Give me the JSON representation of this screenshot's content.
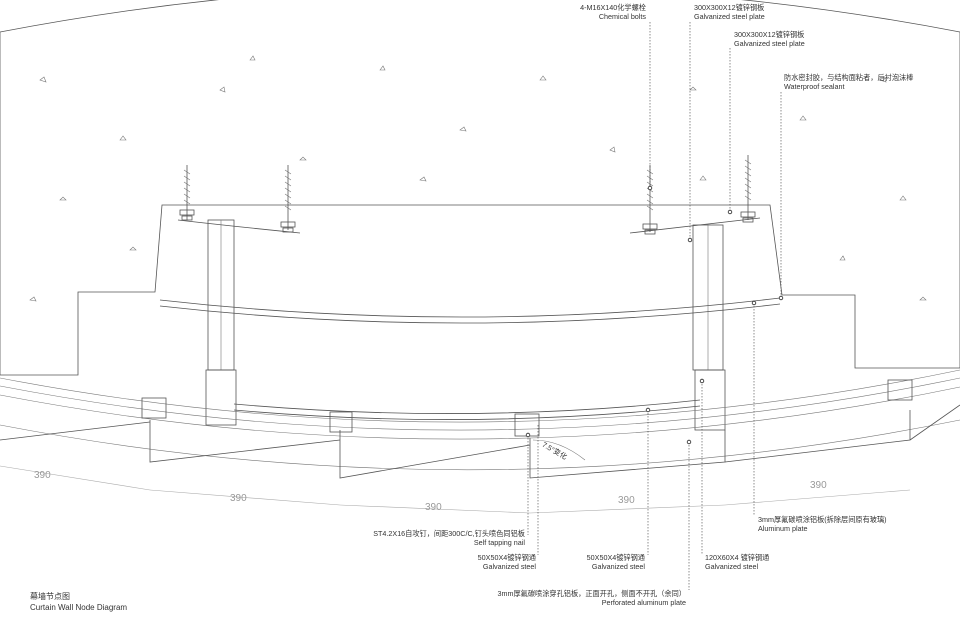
{
  "diagram": {
    "title_cn": "幕墙节点图",
    "title_en": "Curtain Wall Node Diagram",
    "labels": {
      "chemical_bolts_cn": "4-M16X140化学螺栓",
      "chemical_bolts_en": "Chemical bolts",
      "plate1_cn": "300X300X12镀锌钢板",
      "plate1_en": "Galvanized steel plate",
      "plate2_cn": "300X300X12镀锌钢板",
      "plate2_en": "Galvanized steel plate",
      "sealant_cn": "防水密封胶，与结构面粘者，后衬泡沫棒",
      "sealant_en": "Waterproof sealant",
      "alu_plate_cn": "3mm厚氟碳喷涂铝板(拆除层间原有玻璃)",
      "alu_plate_en": "Aluminum plate",
      "nail_cn": "ST4.2X16自攻钉，间距300C/C,钉头喷色同铝板",
      "nail_en": "Self tapping nail",
      "steel1_cn": "50X50X4镀锌钢通",
      "steel1_en": "Galvanized steel",
      "steel2_cn": "50X50X4镀锌钢通",
      "steel2_en": "Galvanized steel",
      "steel3_cn": "120X60X4 镀锌钢通",
      "steel3_en": "Galvanized steel",
      "perforated_cn": "3mm厚氟碳喷涂穿孔铝板，正面开孔，侧面不开孔（余同）",
      "perforated_en": "Perforated aluminum plate",
      "angle": "7.5°变化"
    },
    "dimensions": [
      "390",
      "390",
      "390",
      "390",
      "390"
    ]
  }
}
